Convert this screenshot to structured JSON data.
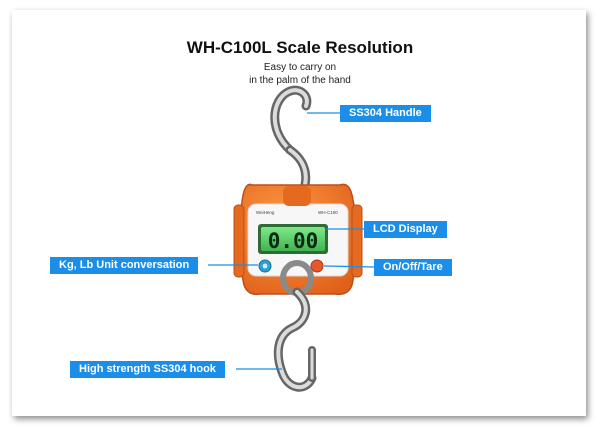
{
  "title": "WH-C100L Scale Resolution",
  "subtitle_line1": "Easy to carry on",
  "subtitle_line2": "in the palm of the hand",
  "scale": {
    "brand_text": "WeiHeng",
    "model_text": "WH-C100",
    "lcd_reading": "0.00",
    "body_color": "#f07a22",
    "lcd_color": "#5fd06a"
  },
  "callouts": {
    "handle": "SS304 Handle",
    "lcd": "LCD Display",
    "unit": "Kg, Lb Unit conversation",
    "tare": "On/Off/Tare",
    "hook": "High strength SS304 hook"
  },
  "colors": {
    "callout_bg": "#1a8ee8",
    "callout_text": "#ffffff"
  }
}
